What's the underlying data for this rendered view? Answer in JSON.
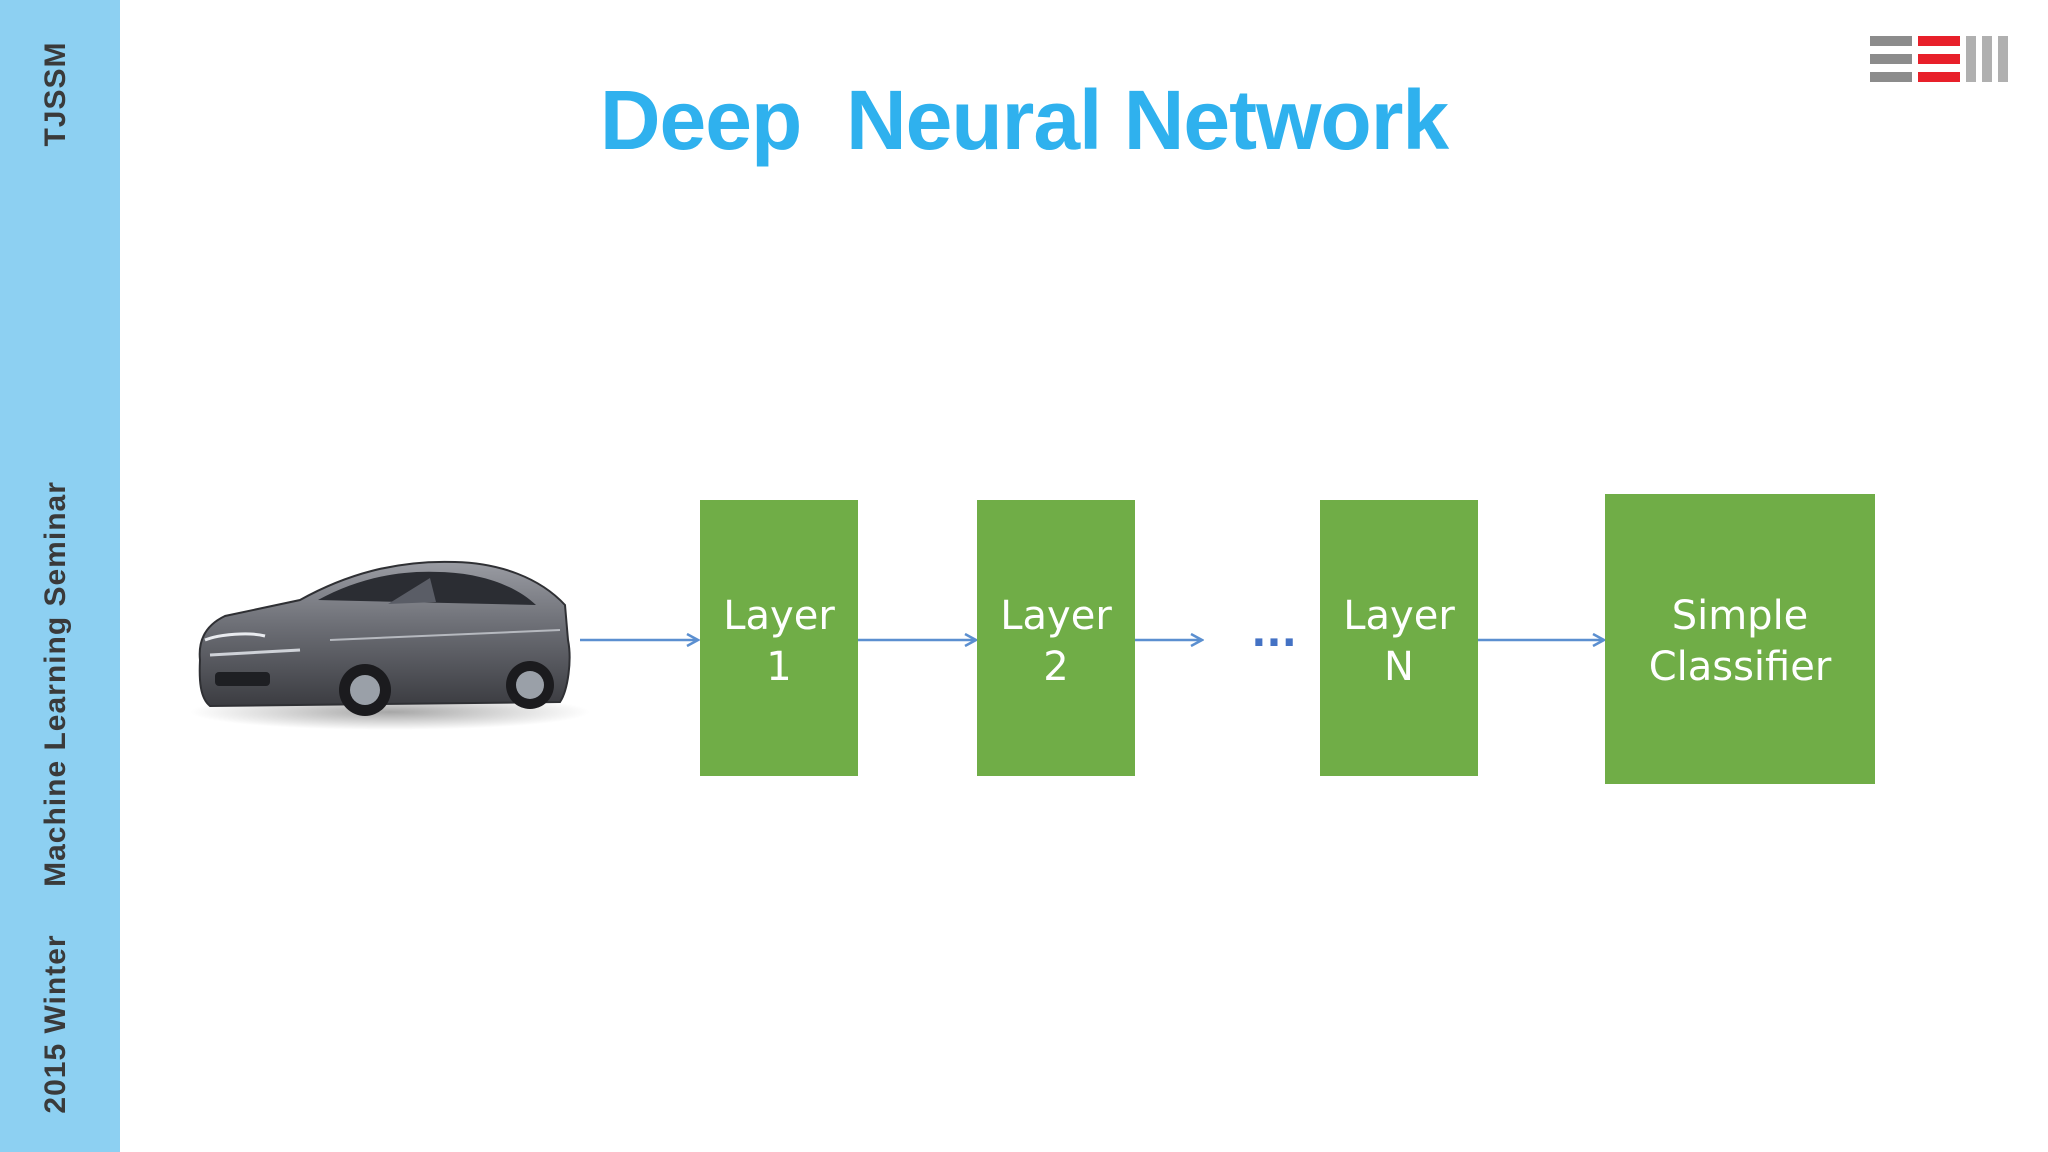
{
  "slide": {
    "title": "Deep  Neural Network",
    "sidebar": {
      "org": "TJSSM",
      "seminar": "Machine Learning Seminar",
      "term": "2015  Winter"
    }
  },
  "colors": {
    "sidebar": "#8dd0f2",
    "title": "#2fb1ee",
    "box": "#70ad47",
    "arrow": "#5b8fd0",
    "ellipsis": "#4472c4",
    "logo_gray": "#8c8c8c",
    "logo_red": "#e8202a"
  },
  "diagram": {
    "input_image": "sedan-car-photo",
    "nodes": [
      {
        "id": "layer-1",
        "line1": "Layer",
        "line2": "1"
      },
      {
        "id": "layer-2",
        "line1": "Layer",
        "line2": "2"
      },
      {
        "id": "layer-n",
        "line1": "Layer",
        "line2": "N"
      },
      {
        "id": "classifier",
        "line1": "Simple",
        "line2": "Classifier"
      }
    ],
    "ellipsis": "..."
  },
  "logo": {
    "icon": "institution-logo-icon"
  }
}
